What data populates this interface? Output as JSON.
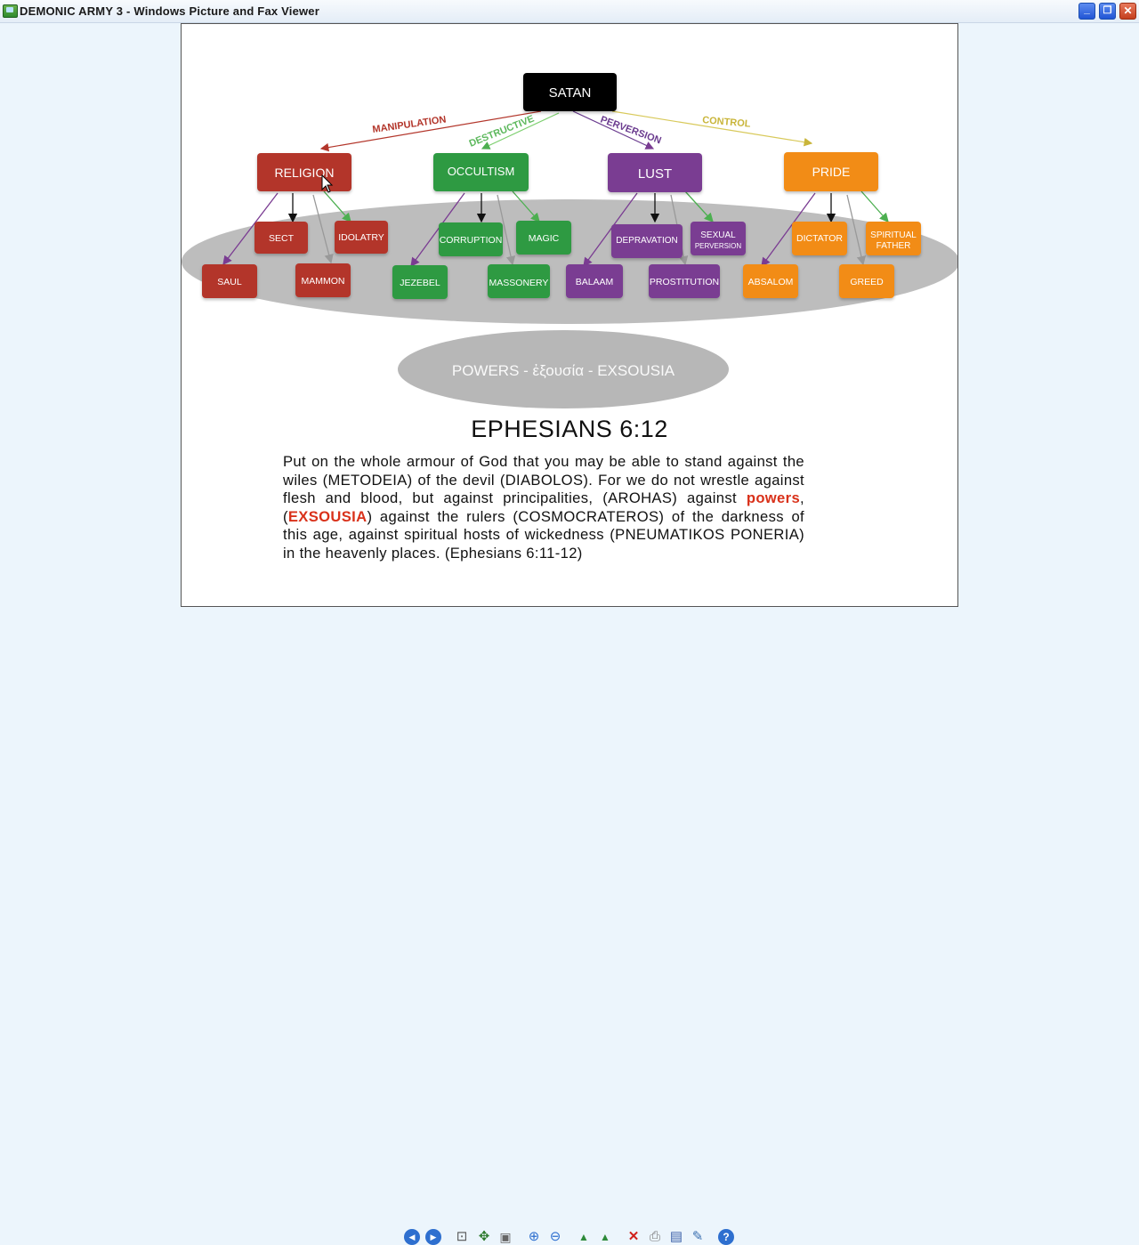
{
  "window": {
    "title": "DEMONIC ARMY 3 - Windows Picture and Fax Viewer",
    "controls": {
      "minimize": "_",
      "restore": "❐",
      "close": "✕"
    }
  },
  "diagram": {
    "root": "SATAN",
    "edges": [
      "MANIPULATION",
      "DESTRUCTIVE",
      "PERVERSION",
      "CONTROL"
    ],
    "branches": [
      {
        "label": "RELIGION",
        "color": "#b3362b",
        "children": [
          "SECT",
          "IDOLATRY",
          "SAUL",
          "MAMMON"
        ]
      },
      {
        "label": "OCCULTISM",
        "color": "#2e9a42",
        "children": [
          "CORRUPTION",
          "MAGIC",
          "JEZEBEL",
          "MASSONERY"
        ]
      },
      {
        "label": "LUST",
        "color": "#7a3c92",
        "children": [
          "DEPRAVATION",
          "SEXUAL",
          "PERVERSION",
          "BALAAM",
          "PROSTITUTION"
        ]
      },
      {
        "label": "PRIDE",
        "color": "#f28c19",
        "children": [
          "DICTATOR",
          "SPIRITUAL",
          "FATHER",
          "ABSALOM",
          "GREED"
        ]
      }
    ],
    "powers": "POWERS - ἐξουσία - EXSOUSIA",
    "edge_colors": {
      "manipulation": "#b3362b",
      "destructive": "#5cb85c",
      "perversion": "#6b3c8f",
      "control": "#c9b53a"
    }
  },
  "slide": {
    "title": "EPHESIANS 6:12",
    "verse": {
      "part1": "Put on the whole armour of God that you may be able to stand against the wiles (METODEIA) of the devil (DIABOLOS). For we do not wrestle against flesh and blood, but against principalities, (AROHAS) against ",
      "powers": "powers",
      "part2": ", (",
      "exsousia": "EXSOUSIA",
      "part3": ") against the rulers (COSMOCRATEROS) of the darkness of this age, against spiritual hosts of wickedness (PNEUMATIKOS PONERIA) in the heavenly places. (Ephesians 6:11-12)"
    }
  },
  "toolbar": {
    "buttons": [
      {
        "name": "previous-image-button",
        "icon": "prev-icon",
        "glyph": "◀"
      },
      {
        "name": "next-image-button",
        "icon": "next-icon",
        "glyph": "▶"
      },
      {
        "name": "best-fit-button",
        "icon": "best-fit-icon",
        "glyph": "⊡"
      },
      {
        "name": "actual-size-button",
        "icon": "actual-size-icon",
        "glyph": "✥"
      },
      {
        "name": "slideshow-button",
        "icon": "slideshow-icon",
        "glyph": "▣"
      },
      {
        "name": "zoom-in-button",
        "icon": "zoom-in-icon",
        "glyph": "⊕"
      },
      {
        "name": "zoom-out-button",
        "icon": "zoom-out-icon",
        "glyph": "⊖"
      },
      {
        "name": "rotate-clockwise-button",
        "icon": "rotate-clockwise-icon",
        "glyph": "▲"
      },
      {
        "name": "rotate-counterclockwise-button",
        "icon": "rotate-counterclockwise-icon",
        "glyph": "▲"
      },
      {
        "name": "delete-button",
        "icon": "delete-icon",
        "glyph": "✕"
      },
      {
        "name": "print-button",
        "icon": "print-icon",
        "glyph": "⎙"
      },
      {
        "name": "save-button",
        "icon": "save-icon",
        "glyph": "▤"
      },
      {
        "name": "edit-button",
        "icon": "edit-icon",
        "glyph": "✎"
      },
      {
        "name": "help-button",
        "icon": "help-icon",
        "glyph": "?"
      }
    ]
  }
}
